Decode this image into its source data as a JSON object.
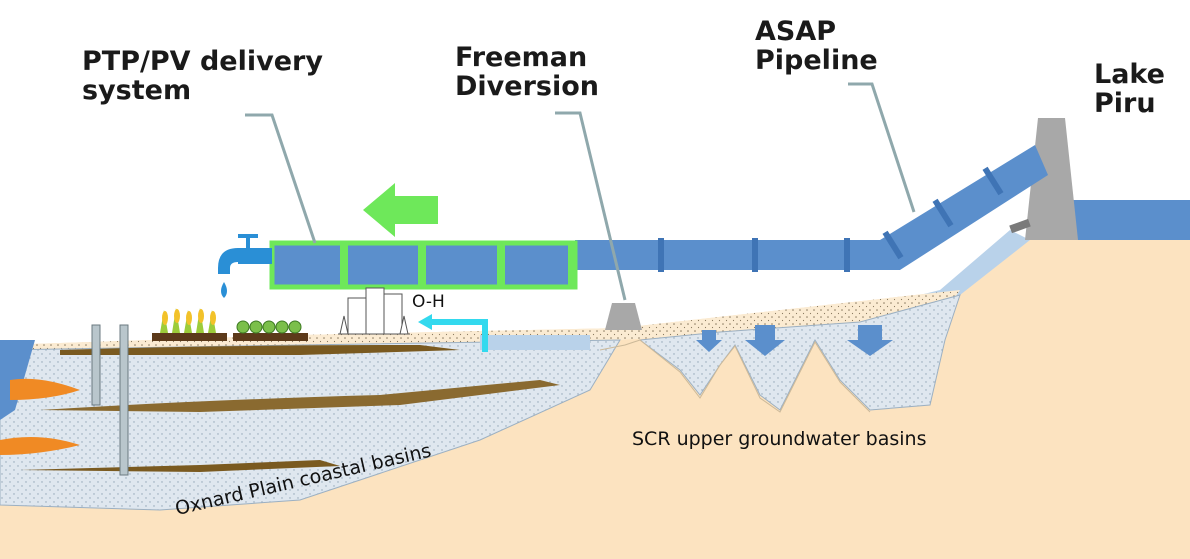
{
  "labels": {
    "ptp": [
      "PTP/PV delivery",
      "system"
    ],
    "freeman": [
      "Freeman",
      "Diversion"
    ],
    "asap": [
      "ASAP",
      "Pipeline"
    ],
    "lake": [
      "Lake",
      "Piru"
    ],
    "oh": "O-H",
    "scr": "SCR upper groundwater basins",
    "oxnard": "Oxnard Plain coastal basins"
  },
  "colors": {
    "pipe": "#5b8fcc",
    "pipe_outline_green": "#6ee85a",
    "arrow_green": "#6ee85a",
    "arrow_cyan": "#33d9ee",
    "sand": "#fce3c0",
    "basin": "#dde6ee",
    "water": "#5b8fcc",
    "dam": "#a8a8a8",
    "leader": "#8fa8ac",
    "tap": "#2a8fd6"
  }
}
